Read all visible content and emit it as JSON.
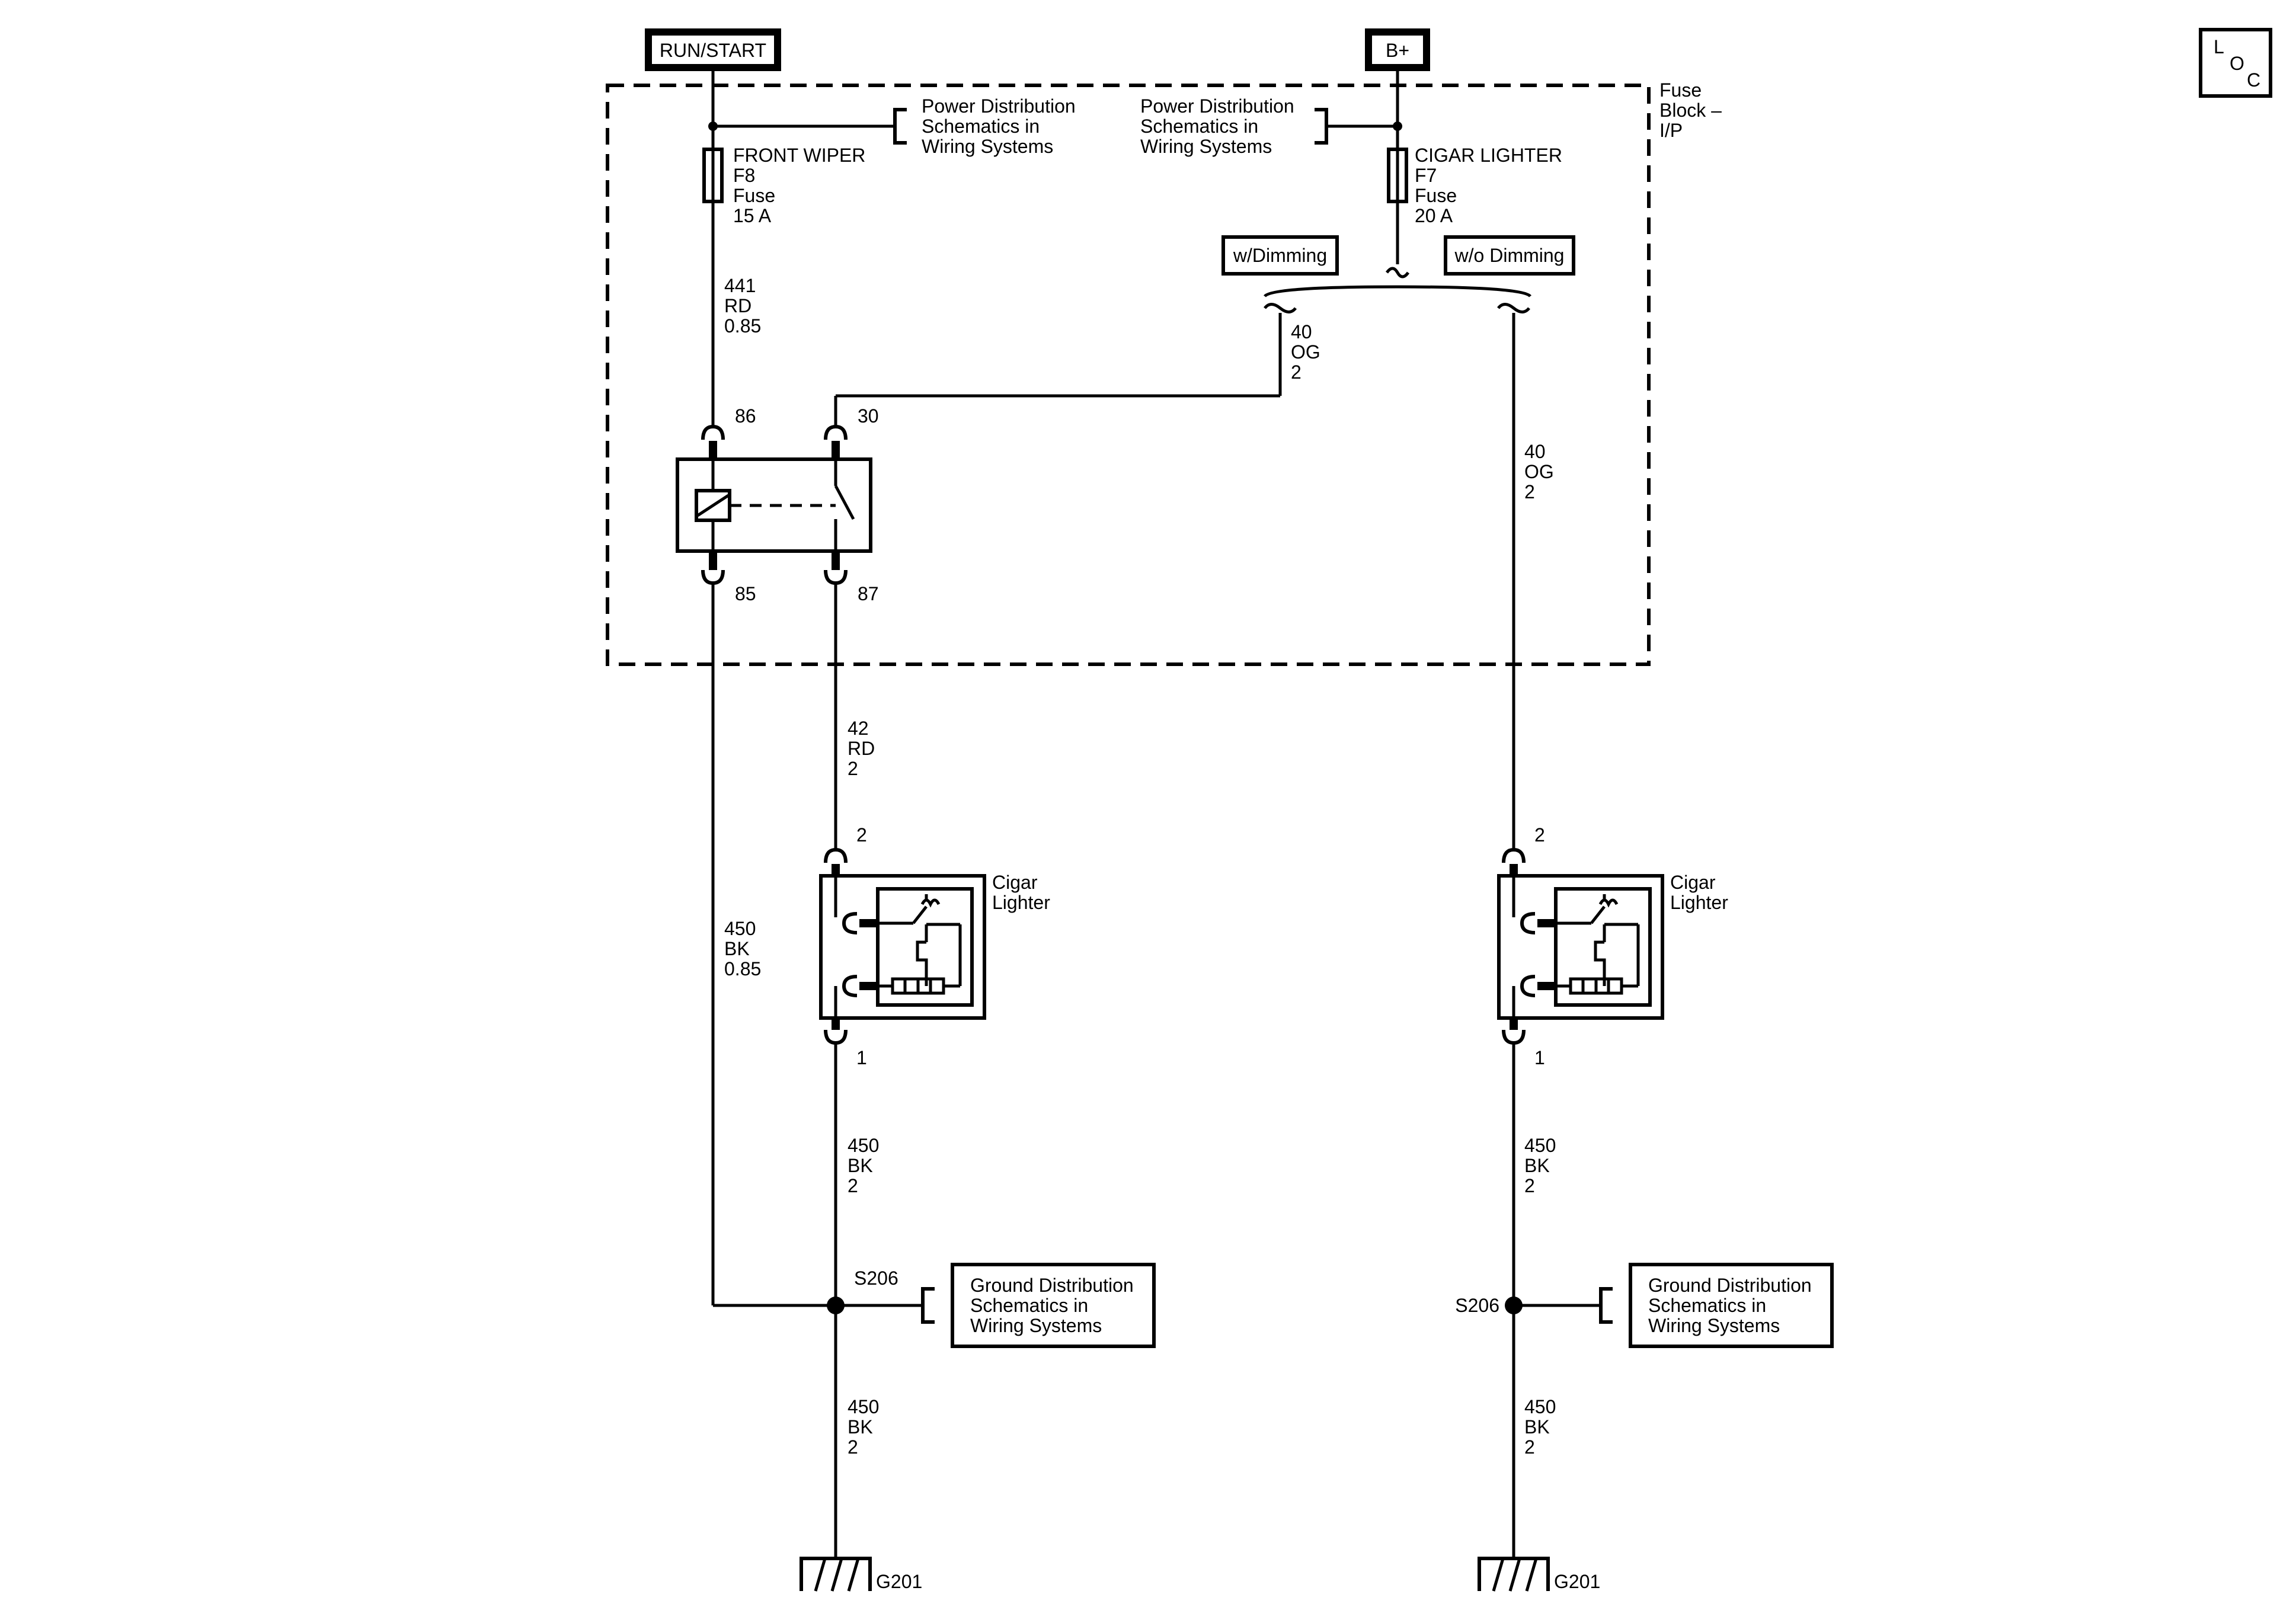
{
  "power_sources": {
    "run_start": "RUN/START",
    "b_plus": "B+"
  },
  "loc_badge": {
    "l": "L",
    "o": "O",
    "c": "C"
  },
  "fuse_block": {
    "line1": "Fuse",
    "line2": "Block –",
    "line3": "I/P"
  },
  "power_dist_refs": [
    {
      "line1": "Power Distribution",
      "line2": "Schematics in",
      "line3": "Wiring Systems"
    },
    {
      "line1": "Power Distribution",
      "line2": "Schematics in",
      "line3": "Wiring Systems"
    }
  ],
  "fuses": [
    {
      "name": "FRONT WIPER",
      "id": "F8",
      "type": "Fuse",
      "rating": "15 A"
    },
    {
      "name": "CIGAR LIGHTER",
      "id": "F7",
      "type": "Fuse",
      "rating": "20 A"
    }
  ],
  "options": {
    "with_dimming": "w/Dimming",
    "without_dimming": "w/o Dimming"
  },
  "relay_pins": {
    "p86": "86",
    "p30": "30",
    "p85": "85",
    "p87": "87"
  },
  "wires": {
    "w441": {
      "circuit": "441",
      "color": "RD",
      "gauge": "0.85"
    },
    "w40_dim": {
      "circuit": "40",
      "color": "OG",
      "gauge": "2"
    },
    "w40_nodim": {
      "circuit": "40",
      "color": "OG",
      "gauge": "2"
    },
    "w42": {
      "circuit": "42",
      "color": "RD",
      "gauge": "2"
    },
    "w450_relay": {
      "circuit": "450",
      "color": "BK",
      "gauge": "0.85"
    },
    "w450_left_a": {
      "circuit": "450",
      "color": "BK",
      "gauge": "2"
    },
    "w450_left_b": {
      "circuit": "450",
      "color": "BK",
      "gauge": "2"
    },
    "w450_right_a": {
      "circuit": "450",
      "color": "BK",
      "gauge": "2"
    },
    "w450_right_b": {
      "circuit": "450",
      "color": "BK",
      "gauge": "2"
    }
  },
  "cigar_lighters": [
    {
      "line1": "Cigar",
      "line2": "Lighter",
      "pin_top": "2",
      "pin_bottom": "1"
    },
    {
      "line1": "Cigar",
      "line2": "Lighter",
      "pin_top": "2",
      "pin_bottom": "1"
    }
  ],
  "splices": {
    "left": "S206",
    "right": "S206"
  },
  "ground_refs": [
    {
      "line1": "Ground Distribution",
      "line2": "Schematics in",
      "line3": "Wiring Systems"
    },
    {
      "line1": "Ground Distribution",
      "line2": "Schematics in",
      "line3": "Wiring Systems"
    }
  ],
  "grounds": {
    "left": "G201",
    "right": "G201"
  }
}
